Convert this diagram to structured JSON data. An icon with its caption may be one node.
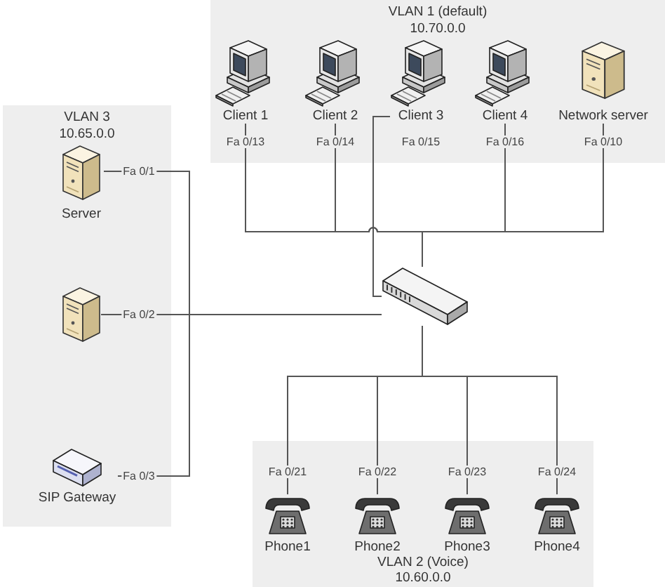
{
  "diagram": {
    "nodes": [
      {
        "text": [
          "VLAN 1 (default)",
          "10.70.0.0"
        ]
      },
      {
        "text": [
          "Client 1"
        ],
        "in": 0
      },
      {
        "text": [
          "Client 2"
        ],
        "in": 0
      },
      {
        "text": [
          "Client 3"
        ],
        "in": 0
      },
      {
        "text": [
          "Client 4"
        ],
        "in": 0
      },
      {
        "text": [
          "Network server"
        ],
        "in": 0
      },
      {
        "text": [
          "VLAN 3",
          "10.65.0.0"
        ]
      },
      {
        "text": [
          "Server"
        ],
        "in": 6
      },
      {
        "text": [],
        "shape": "picture",
        "in": 6
      },
      {
        "text": [
          "SIP Gateway"
        ],
        "in": 6
      },
      {
        "text": [],
        "shape": "picture"
      },
      {
        "text": [
          "VLAN 2 (Voice)",
          "10.60.0.0"
        ]
      },
      {
        "text": [
          "Phone1"
        ],
        "in": 11
      },
      {
        "text": [
          "Phone2"
        ],
        "in": 11
      },
      {
        "text": [
          "Phone3"
        ],
        "in": 11
      },
      {
        "text": [
          "Phone4"
        ],
        "in": 11
      }
    ],
    "edges": [
      {
        "from": 1,
        "to": 10,
        "arrow": "none",
        "label": "Fa 0/13"
      },
      {
        "from": 2,
        "to": 10,
        "arrow": "none",
        "label": "Fa 0/14"
      },
      {
        "from": 3,
        "to": 10,
        "arrow": "none",
        "label": "Fa 0/15"
      },
      {
        "from": 4,
        "to": 10,
        "arrow": "none",
        "label": "Fa 0/16"
      },
      {
        "from": 5,
        "to": 10,
        "arrow": "none",
        "label": "Fa 0/10"
      },
      {
        "from": 7,
        "to": 10,
        "arrow": "none",
        "label": "Fa 0/1"
      },
      {
        "from": 8,
        "to": 10,
        "arrow": "none",
        "label": "Fa 0/2"
      },
      {
        "from": 9,
        "to": 10,
        "arrow": "none",
        "label": "Fa 0/3"
      },
      {
        "from": 10,
        "to": 12,
        "arrow": "none",
        "label": "Fa 0/21"
      },
      {
        "from": 10,
        "to": 13,
        "arrow": "none",
        "label": "Fa 0/22"
      },
      {
        "from": 10,
        "to": 14,
        "arrow": "none",
        "label": "Fa 0/23"
      },
      {
        "from": 10,
        "to": 15,
        "arrow": "none",
        "label": "Fa 0/24"
      }
    ]
  }
}
